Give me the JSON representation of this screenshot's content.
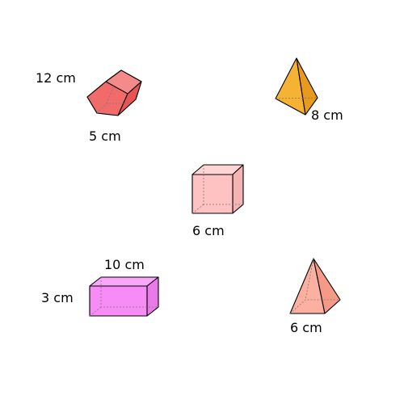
{
  "solids": [
    {
      "name": "pentagonal prism",
      "labels": [
        "12 cm",
        "5 cm"
      ],
      "colors": {
        "front": "#f26b6b",
        "top": "#f58a8a",
        "side": "#e85555"
      }
    },
    {
      "name": "triangular pyramid",
      "labels": [
        "8 cm"
      ],
      "colors": {
        "left": "#f6b232",
        "right": "#e89a1c"
      }
    },
    {
      "name": "cube",
      "labels": [
        "6 cm"
      ],
      "colors": {
        "front": "#ffc2c2",
        "top": "#ffd4d4",
        "side": "#f5b4b4"
      }
    },
    {
      "name": "rectangular prism",
      "labels": [
        "10 cm",
        "3 cm"
      ],
      "colors": {
        "front": "#f78cf7",
        "top": "#f9a8f9",
        "side": "#ea7aea"
      }
    },
    {
      "name": "square pyramid",
      "labels": [
        "6 cm"
      ],
      "colors": {
        "left": "#fcb1a0",
        "right": "#f59a86"
      }
    }
  ]
}
